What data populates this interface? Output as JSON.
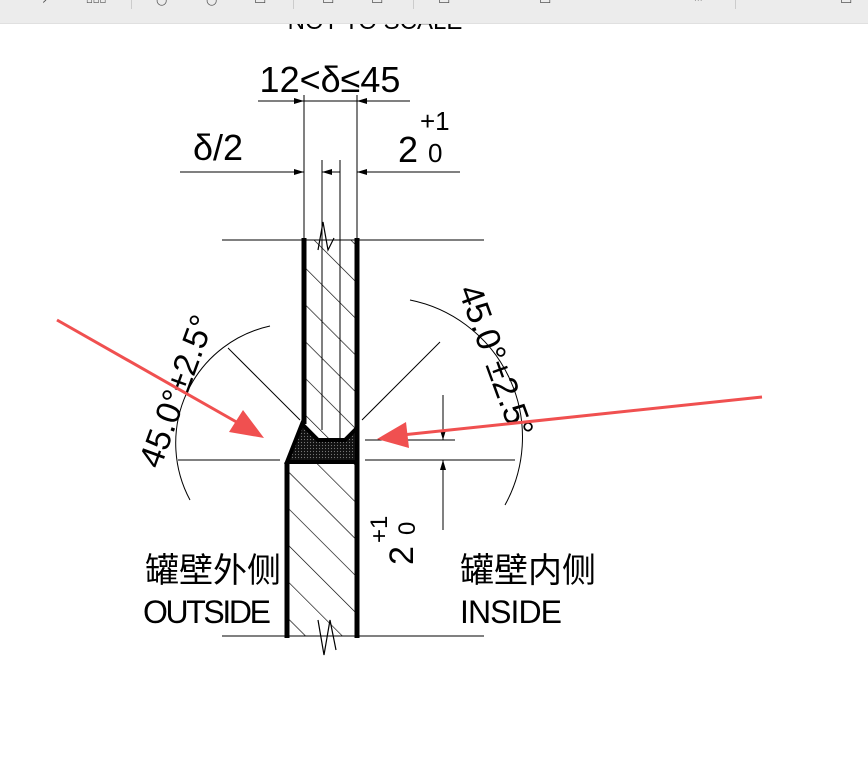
{
  "toolbar": {
    "icons": [
      "back-icon",
      "thumbnails-icon",
      "zoom-in-icon",
      "zoom-out-icon",
      "fit-icon",
      "page-icon",
      "rotate-icon",
      "export-icon",
      "fullscreen-icon",
      "share-icon",
      "more-icon",
      "window-icon"
    ]
  },
  "drawing": {
    "title": "NOT TO SCALE",
    "thickness_dim": "12<δ≤45",
    "half_dim": "δ/2",
    "gap_dim_base": "2",
    "gap_dim_upper": "+1",
    "gap_dim_lower": "0",
    "angle_left": "45.0°±2.5°",
    "angle_right": "45.0°±2.5°",
    "depth_dim_base": "2",
    "depth_dim_upper": "+1",
    "depth_dim_lower": "0",
    "outside_cn": "罐壁外侧",
    "outside_en": "OUTSIDE",
    "inside_cn": "罐壁内侧",
    "inside_en": "INSIDE"
  },
  "annotation_color": "#f05050"
}
